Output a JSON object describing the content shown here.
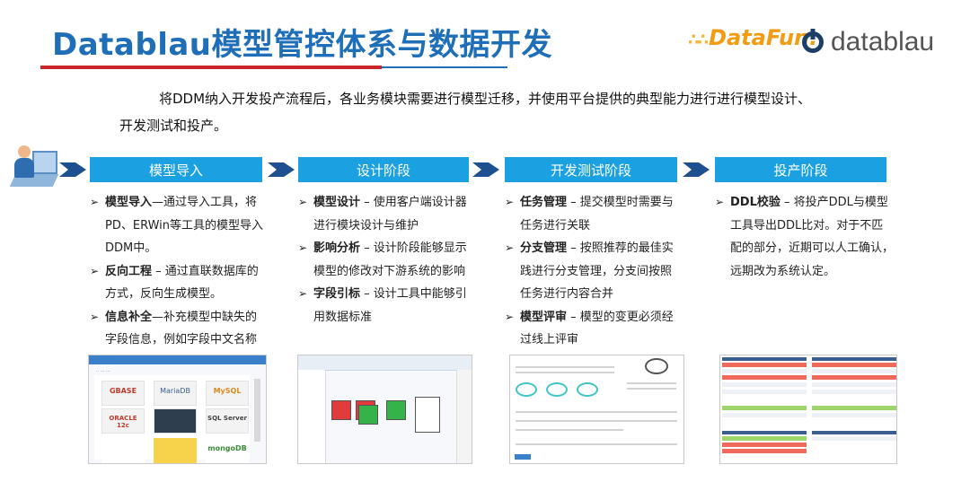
{
  "header": {
    "title": "Datablau模型管控体系与数据开发",
    "logo_datafun": "DataFun.",
    "logo_datablau": "datablau"
  },
  "intro": {
    "line1": "将DDM纳入开发投产流程后，各业务模块需要进行模型迁移，并使用平台提供的典型能力进行进行模型设计、",
    "line2": "开发测试和投产。"
  },
  "stages": [
    {
      "label": "模型导入",
      "items": [
        {
          "bold": "模型导入",
          "text": "—通过导入工具，将PD、ERWin等工具的模型导入DDM中。"
        },
        {
          "bold": "反向工程",
          "text": " – 通过直联数据库的方式，反向生成模型。"
        },
        {
          "bold": "信息补全",
          "text": "—补充模型中缺失的字段信息，例如字段中文名称"
        }
      ]
    },
    {
      "label": "设计阶段",
      "items": [
        {
          "bold": "模型设计",
          "text": " – 使用客户端设计器进行模块设计与维护"
        },
        {
          "bold": "影响分析",
          "text": " – 设计阶段能够显示模型的修改对下游系统的影响"
        },
        {
          "bold": "字段引标",
          "text": " – 设计工具中能够引用数据标准"
        }
      ]
    },
    {
      "label": "开发测试阶段",
      "items": [
        {
          "bold": "任务管理",
          "text": " – 提交模型时需要与任务进行关联"
        },
        {
          "bold": "分支管理",
          "text": " – 按照推荐的最佳实践进行分支管理，分支间按照任务进行内容合并"
        },
        {
          "bold": "模型评审",
          "text": " – 模型的变更必须经过线上评审"
        }
      ]
    },
    {
      "label": "投产阶段",
      "items": [
        {
          "bold": "DDL校验",
          "text": " – 将投产DDL与模型工具导出DDL比对。对于不匹配的部分，近期可以人工确认，远期改为系统认定。"
        }
      ]
    }
  ],
  "screenshots": {
    "import_tiles": [
      "GBASE",
      "MariaDB",
      "MySQL",
      "ORACLE 12c",
      "",
      "SQL Server",
      "",
      "",
      "mongoDB"
    ]
  },
  "colors": {
    "title": "#1f6fb8",
    "stage": "#1ba1e2",
    "arrow": "#1d4f91",
    "underline": "#c8262b"
  },
  "icons": [
    "person-at-computer-icon",
    "chevron-arrow-icon",
    "list-arrow-icon",
    "datablau-logo-icon"
  ]
}
